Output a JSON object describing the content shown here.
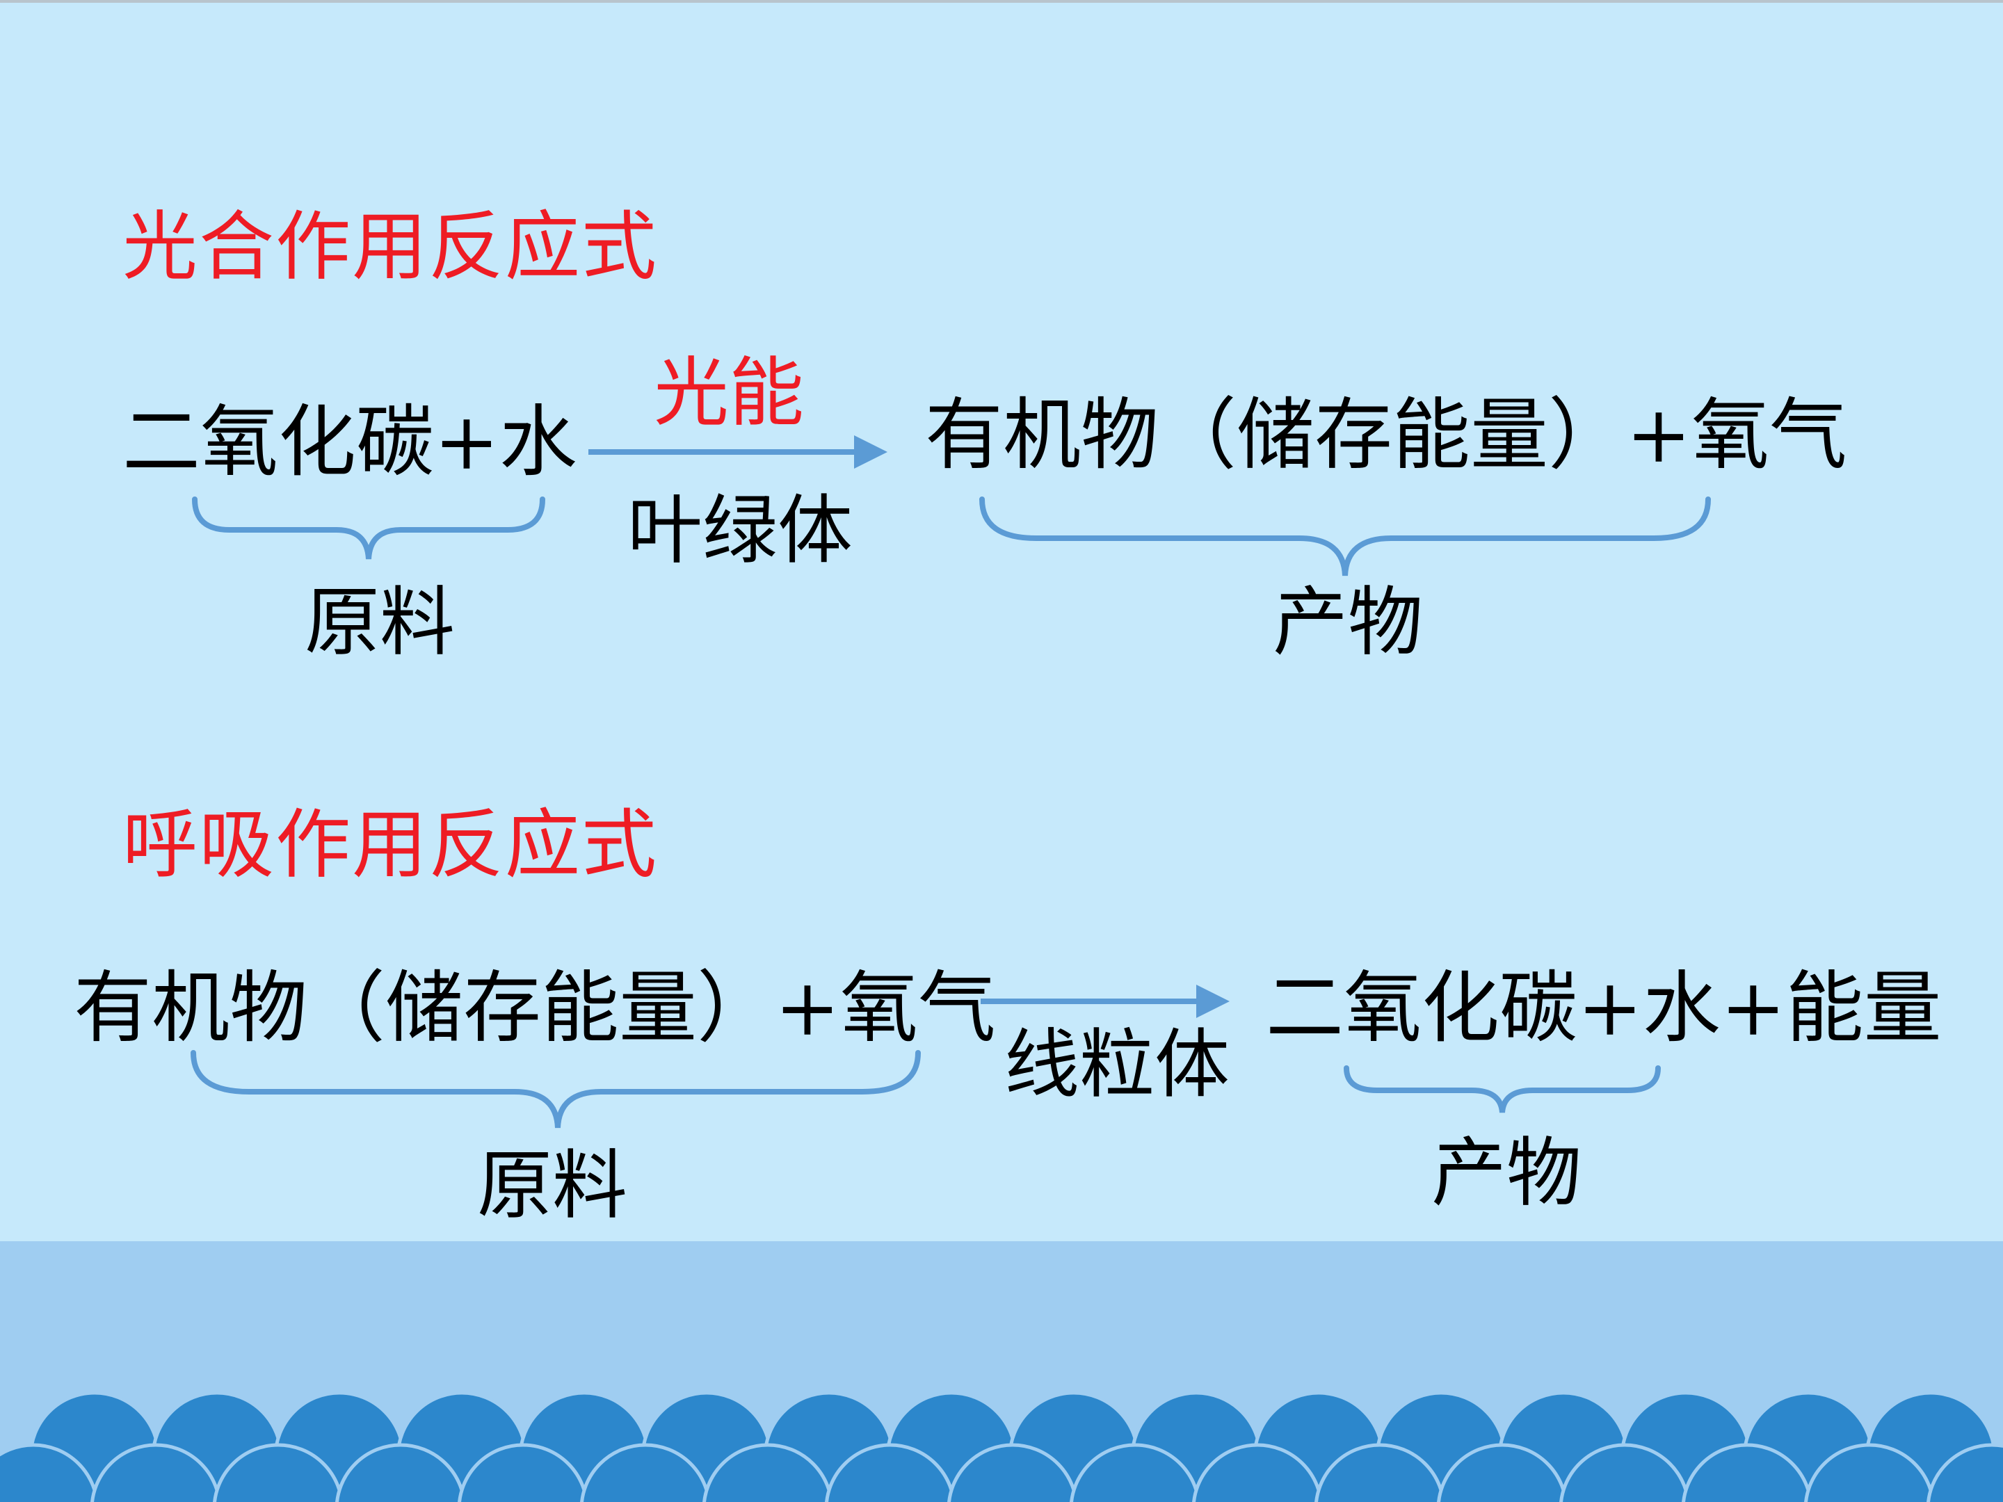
{
  "photosynthesis": {
    "heading": "光合作用反应式",
    "reactants": "二氧化碳+水",
    "condition_top": "光能",
    "condition_bottom": "叶绿体",
    "products": "有机物（储存能量）+氧气",
    "reactants_label": "原料",
    "products_label": "产物"
  },
  "respiration": {
    "heading": "呼吸作用反应式",
    "reactants": "有机物（储存能量）+氧气",
    "condition_bottom": "线粒体",
    "products": "二氧化碳+水+能量",
    "reactants_label": "原料",
    "products_label": "产物"
  },
  "colors": {
    "background": "#c6e9fb",
    "heading": "#ee1c24",
    "arrow": "#5b9bd5",
    "wave": "#2c87cc",
    "band": "#9fcdf1"
  }
}
